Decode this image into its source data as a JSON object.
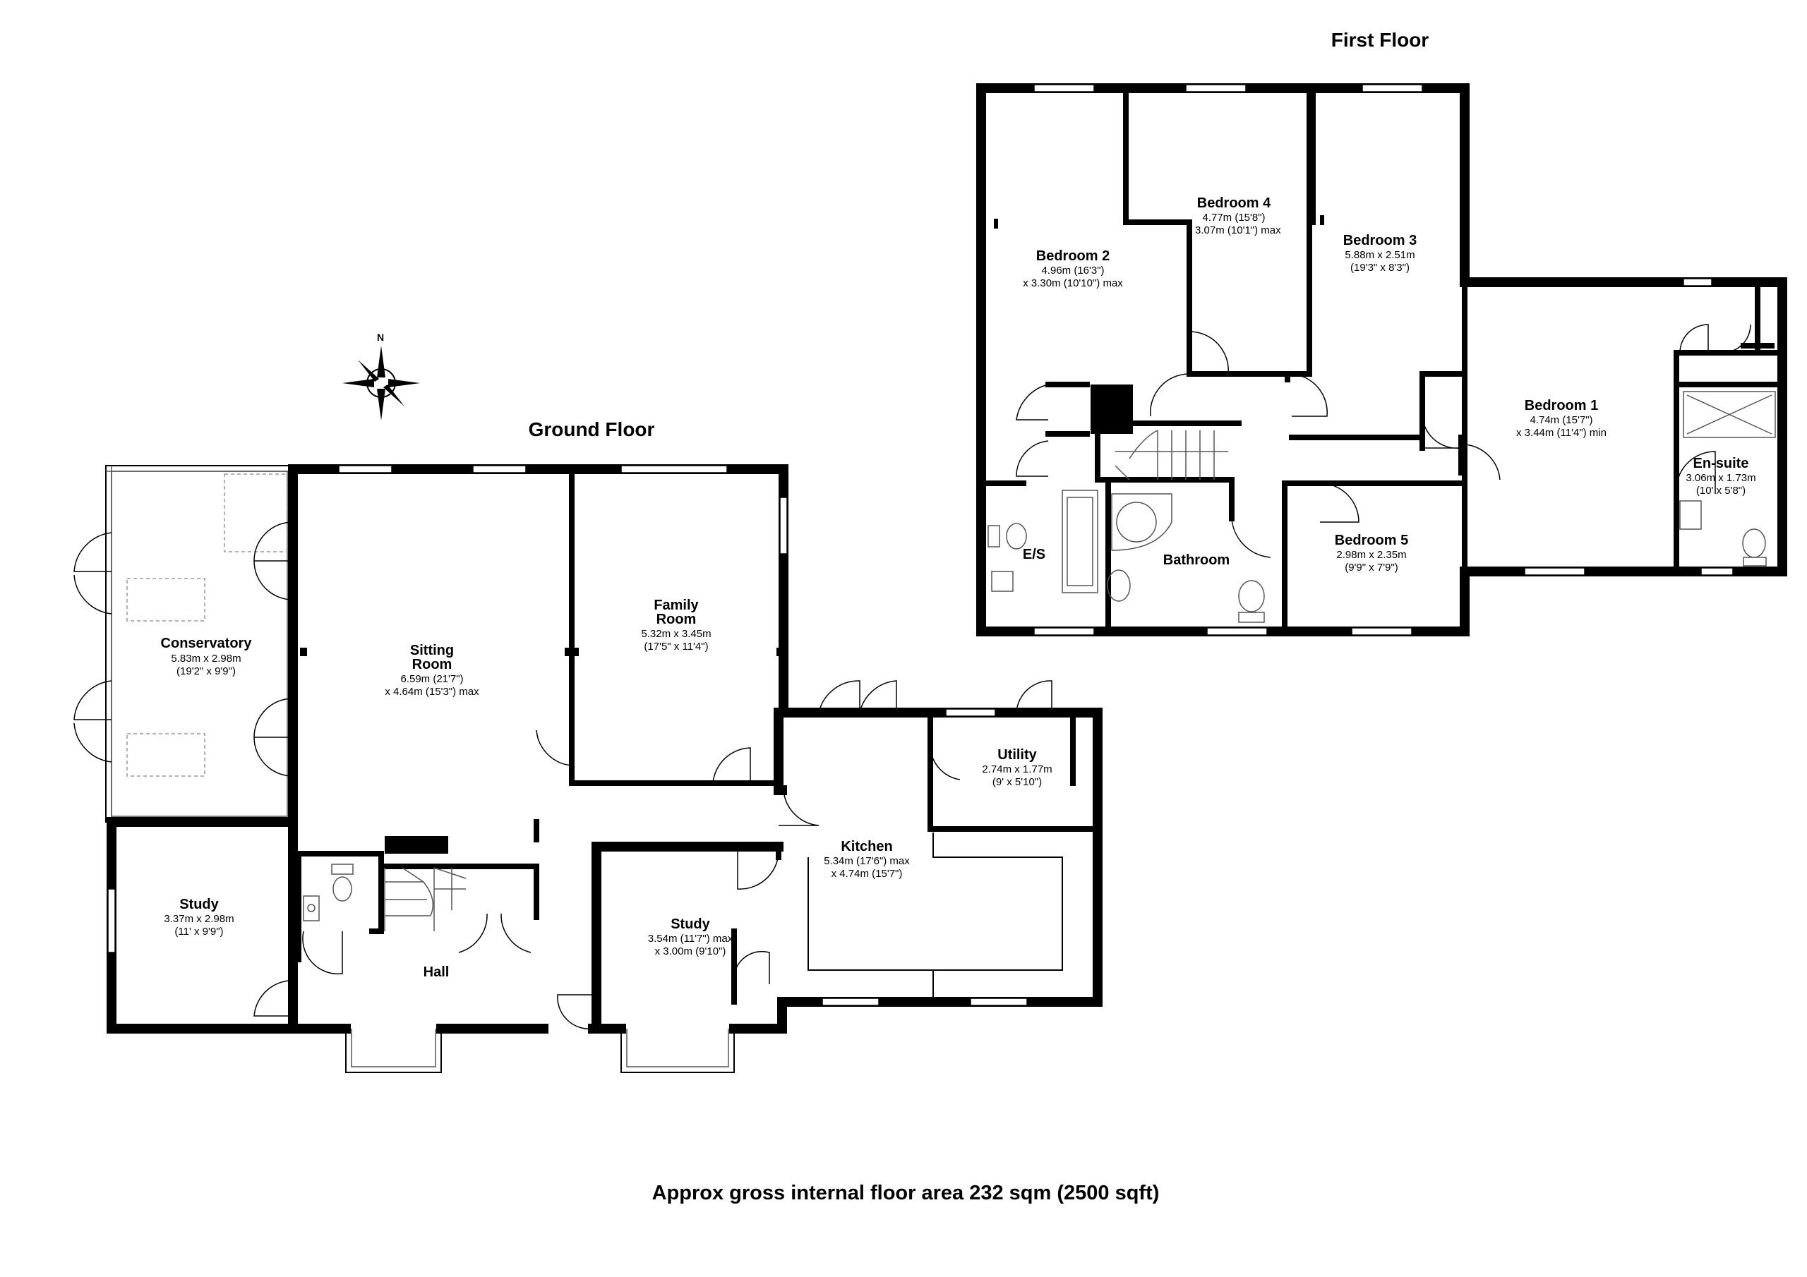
{
  "floors": {
    "ground": "Ground Floor",
    "first": "First Floor"
  },
  "compass": "N",
  "rooms": {
    "conservatory": {
      "name": "Conservatory",
      "dim1": "5.83m x 2.98m",
      "dim2": "(19'2\" x 9'9\")"
    },
    "sitting": {
      "name1": "Sitting",
      "name2": "Room",
      "dim1": "6.59m (21'7\")",
      "dim2": "x 4.64m (15'3\") max"
    },
    "family": {
      "name1": "Family",
      "name2": "Room",
      "dim1": "5.32m x 3.45m",
      "dim2": "(17'5\" x 11'4\")"
    },
    "study_left": {
      "name": "Study",
      "dim1": "3.37m x 2.98m",
      "dim2": "(11' x 9'9\")"
    },
    "hall": {
      "name": "Hall"
    },
    "study_mid": {
      "name": "Study",
      "dim1": "3.54m (11'7\") max",
      "dim2": "x 3.00m (9'10\")"
    },
    "kitchen": {
      "name": "Kitchen",
      "dim1": "5.34m (17'6\") max",
      "dim2": "x 4.74m (15'7\")"
    },
    "utility": {
      "name": "Utility",
      "dim1": "2.74m x 1.77m",
      "dim2": "(9' x 5'10\")"
    },
    "bedroom2": {
      "name": "Bedroom 2",
      "dim1": "4.96m (16'3\")",
      "dim2": "x 3.30m (10'10\") max"
    },
    "bedroom4": {
      "name": "Bedroom 4",
      "dim1": "4.77m (15'8\")",
      "dim2": "x 3.07m (10'1\") max"
    },
    "bedroom3": {
      "name": "Bedroom 3",
      "dim1": "5.88m x 2.51m",
      "dim2": "(19'3\" x 8'3\")"
    },
    "bedroom1": {
      "name": "Bedroom 1",
      "dim1": "4.74m (15'7\")",
      "dim2": "x 3.44m (11'4\") min"
    },
    "ensuite": {
      "name": "En-suite",
      "dim1": "3.06m x 1.73m",
      "dim2": "(10' x 5'8\")"
    },
    "es": {
      "name": "E/S"
    },
    "bathroom": {
      "name": "Bathroom"
    },
    "bedroom5": {
      "name": "Bedroom 5",
      "dim1": "2.98m x 2.35m",
      "dim2": "(9'9\" x 7'9\")"
    }
  },
  "footer": "Approx gross internal floor area 232 sqm (2500 sqft)"
}
